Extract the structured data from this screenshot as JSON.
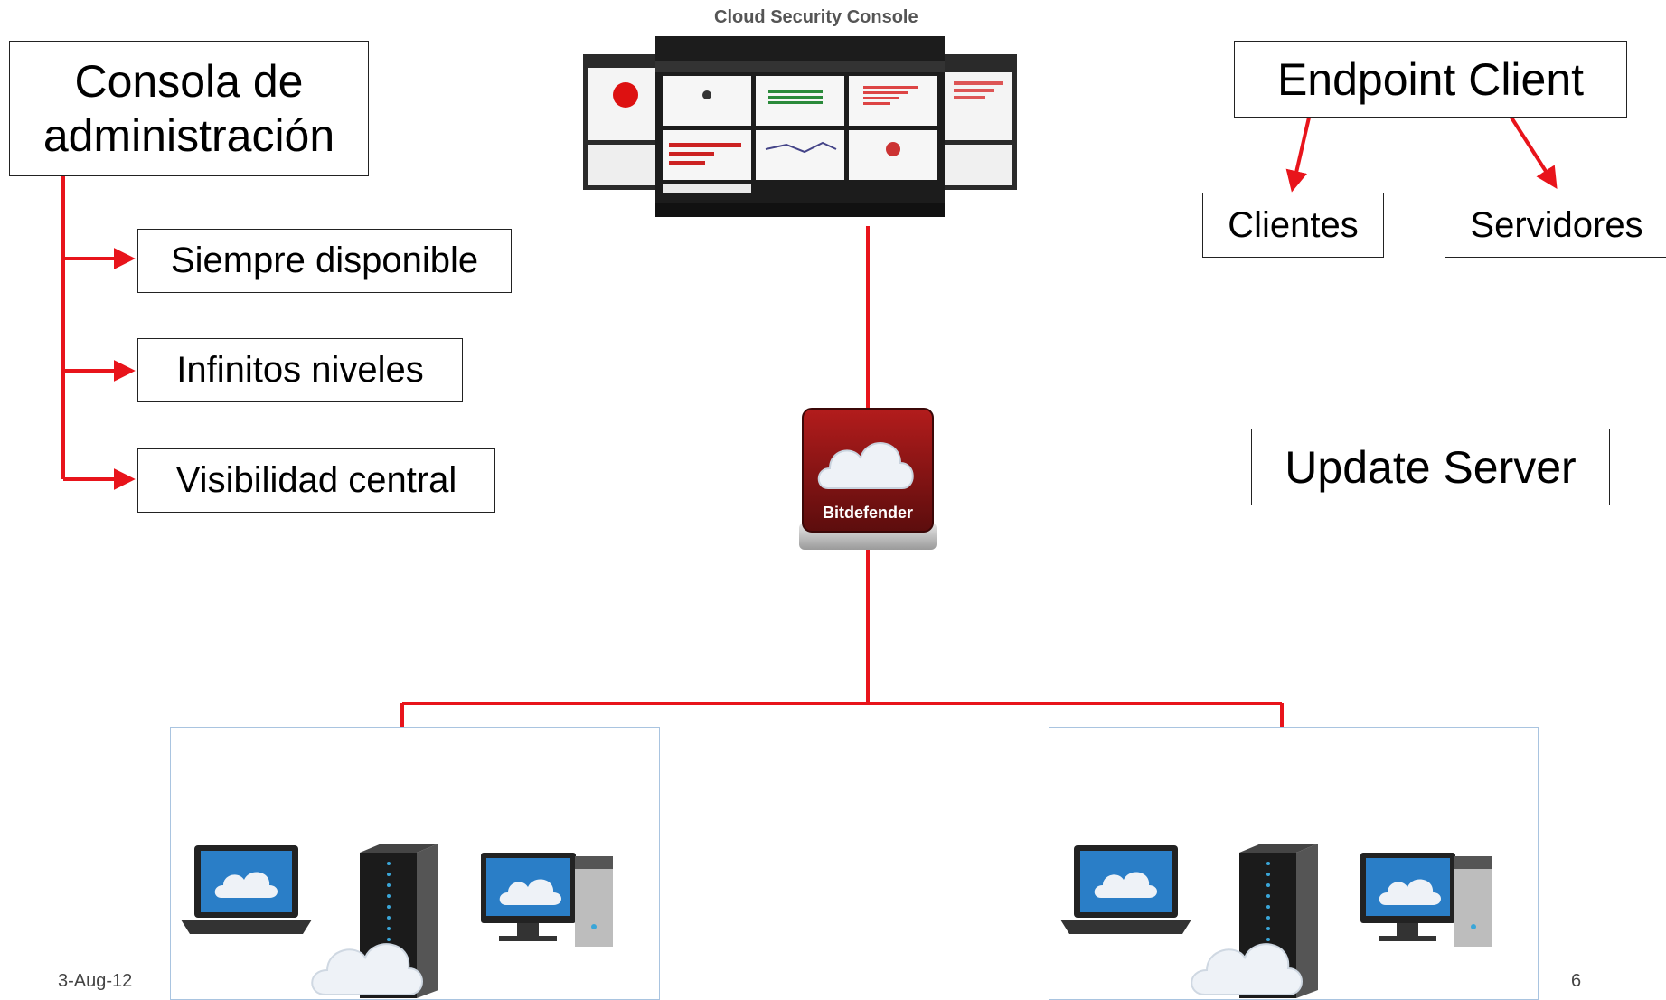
{
  "console_title": "Cloud Security Console",
  "admin": {
    "title_line1": "Consola de",
    "title_line2": "administración",
    "items": [
      "Siempre disponible",
      "Infinitos niveles",
      "Visibilidad central"
    ]
  },
  "endpoint": {
    "title": "Endpoint Client",
    "children": [
      "Clientes",
      "Servidores"
    ]
  },
  "update_server": "Update Server",
  "hub_label": "Bitdefender",
  "footer": {
    "date": "3-Aug-12",
    "page": "6"
  },
  "colors": {
    "line": "#e8141b",
    "hub": "#8e1414"
  }
}
